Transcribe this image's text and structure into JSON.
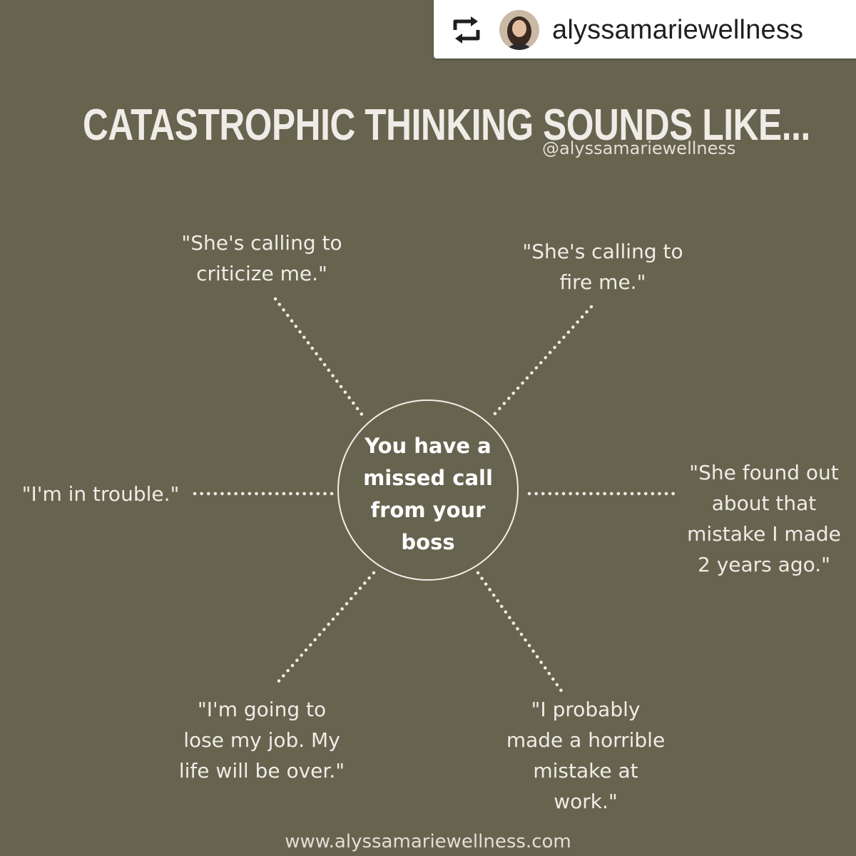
{
  "repost": {
    "username": "alyssamariewellness",
    "icon": "repost-arrows-icon"
  },
  "title": "CATASTROPHIC THINKING SOUNDS LIKE...",
  "handle": "@alyssamariewellness",
  "center": {
    "text": "You have a\nmissed call\nfrom your\nboss"
  },
  "thoughts": [
    "\"She's calling to\ncriticize me.\"",
    "\"She's calling to\nfire me.\"",
    "\"I'm  in trouble.\"",
    "\"She found out\nabout that\nmistake I made\n2 years ago.\"",
    "\"I'm going to\nlose my job. My\nlife will be over.\"",
    "\"I probably\nmade a horrible\nmistake at\nwork.\""
  ],
  "footer": "www.alyssamariewellness.com",
  "colors": {
    "background": "#66644f",
    "text": "#efebe6",
    "badge": "#ffffff"
  }
}
